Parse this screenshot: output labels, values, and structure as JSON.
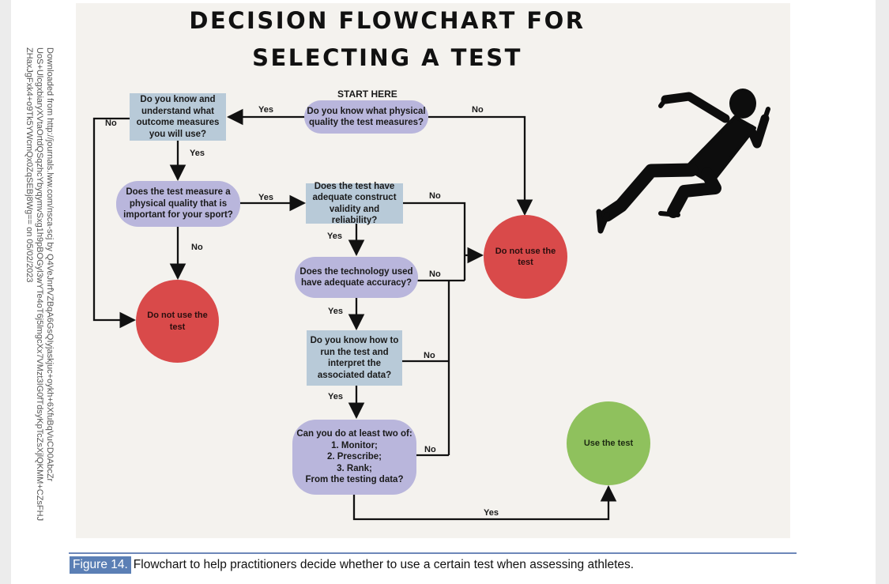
{
  "sidebar": {
    "download_note": "Downloaded from http://journals.lww.com/nsca-scj by Q4VeJnrfVZBqA6GsQIyjaskjuc+oykh+6XfuBqVuCD0AbcZr\nUoS+UlcgxbiaryXVtaOrtdQSqzhcYbyqymvSxg1h9pBOGyl3wYTe4oT6j5lmgcXx7VMzt3IG0fTdsyKpTcZsXjlQKMM+CZsFHJ\nZHaxJgFxk4+o9Tk5YWcmQx0ZqSEBj8Wg== on 05/02/2023"
  },
  "diagram": {
    "title_line1": "DECISION FLOWCHART FOR",
    "title_line2": "SELECTING A TEST",
    "start_label": "START HERE",
    "nodes": {
      "q1": "Do you know what physical\nquality the test measures?",
      "q2": "Do you know and\nunderstand what\noutcome measures\nyou will use?",
      "q3": "Does the test measure a\nphysical quality that is\nimportant for your sport?",
      "q4": "Does the test have\nadequate construct\nvalidity and reliability?",
      "q5": "Does the technology used\nhave adequate accuracy?",
      "q6": "Do you know how to\nrun the test and\ninterpret the\nassociated data?",
      "q7": "Can you do at least two of:\n1. Monitor;\n2. Prescribe;\n3. Rank;\nFrom the testing data?",
      "stop_left": "Do not use the\ntest",
      "stop_right": "Do not use the\ntest",
      "use": "Use the test"
    },
    "edge_labels": {
      "yes": "Yes",
      "no": "No"
    },
    "icon": "sprinter-silhouette-icon",
    "colors": {
      "question_box": "#b8cad8",
      "question_oval": "#b9b6dc",
      "stop": "#d94a4a",
      "use": "#8fc15d",
      "panel": "#f4f2ee"
    }
  },
  "caption": {
    "label": "Figure 14.",
    "text": "Flowchart to help practitioners decide whether to use a certain test when assessing athletes."
  }
}
